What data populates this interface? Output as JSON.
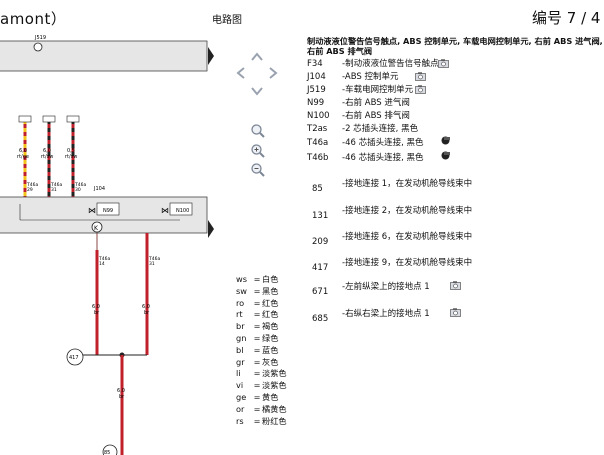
{
  "header": {
    "title_fragment": "amont）",
    "center_title": "电路图",
    "number_label": "编号",
    "number_value": "7 / 4"
  },
  "diagram": {
    "fuse_label": "J519",
    "wire_top_labels": [
      {
        "id": "6",
        "size": "6,0",
        "color": "rt/ge"
      },
      {
        "id": "7",
        "size": "6,0",
        "color": "rt/sw"
      },
      {
        "id": "8",
        "size": "0,5",
        "color": "rt/sw"
      }
    ],
    "connector_labels": [
      "T46a\n29",
      "T46a\n31",
      "T46a\n30"
    ],
    "j104_label": "J104",
    "valve_labels": [
      "N99",
      "N100"
    ],
    "lower_connector_labels": [
      "T46a\n14",
      "T46a\n31"
    ],
    "lower_wire_labels": [
      {
        "size": "6,0",
        "color": "br"
      },
      {
        "size": "6,0",
        "color": "br"
      },
      {
        "size": "6,0",
        "color": "br"
      }
    ],
    "ground_point_labels": [
      "417",
      "85"
    ]
  },
  "legend": {
    "heading": "制动液液位警告信号触点, ABS 控制单元, 车载电网控制单元, 右前 ABS 进气阀, 右前 ABS 排气阀",
    "items": [
      {
        "code": "F34",
        "desc": "-制动液液位警告信号触点",
        "photo": true
      },
      {
        "code": "J104",
        "desc": "-ABS 控制单元",
        "photo": true
      },
      {
        "code": "J519",
        "desc": "-车载电网控制单元",
        "photo": true
      },
      {
        "code": "N99",
        "desc": "-右前 ABS 进气阀",
        "photo": false
      },
      {
        "code": "N100",
        "desc": "-右前 ABS 排气阀",
        "photo": false
      },
      {
        "code": "T2as",
        "desc": "-2 芯插头连接, 黑色",
        "photo": false
      },
      {
        "code": "T46a",
        "desc": "-46 芯插头连接, 黑色",
        "photo": false,
        "plug": true
      },
      {
        "code": "T46b",
        "desc": "-46 芯插头连接, 黑色",
        "photo": false,
        "plug": true
      }
    ],
    "ground_points": [
      {
        "num": "85",
        "desc": "-接地连接 1，在发动机舱导线束中",
        "photo": false
      },
      {
        "num": "131",
        "desc": "-接地连接 2，在发动机舱导线束中",
        "photo": false
      },
      {
        "num": "209",
        "desc": "-接地连接 6，在发动机舱导线束中",
        "photo": false
      },
      {
        "num": "417",
        "desc": "-接地连接 9，在发动机舱导线束中",
        "photo": false
      },
      {
        "num": "671",
        "desc": "-左前纵梁上的接地点 1",
        "photo": true
      },
      {
        "num": "685",
        "desc": "-右纵右梁上的接地点 1",
        "photo": true
      }
    ]
  },
  "color_codes": [
    {
      "code": "ws",
      "name": "白色"
    },
    {
      "code": "sw",
      "name": "黑色"
    },
    {
      "code": "ro",
      "name": "红色"
    },
    {
      "code": "rt",
      "name": "红色"
    },
    {
      "code": "br",
      "name": "褐色"
    },
    {
      "code": "gn",
      "name": "绿色"
    },
    {
      "code": "bl",
      "name": "蓝色"
    },
    {
      "code": "gr",
      "name": "灰色"
    },
    {
      "code": "li",
      "name": "淡紫色"
    },
    {
      "code": "vi",
      "name": "淡紫色"
    },
    {
      "code": "ge",
      "name": "黄色"
    },
    {
      "code": "or",
      "name": "橘黄色"
    },
    {
      "code": "rs",
      "name": "粉红色"
    }
  ],
  "colors": {
    "wire_red": "#c0202a",
    "wire_yellow": "#f2c21a",
    "bar_gray": "#e6e6e6",
    "nav_gray": "#9aa2b0"
  }
}
